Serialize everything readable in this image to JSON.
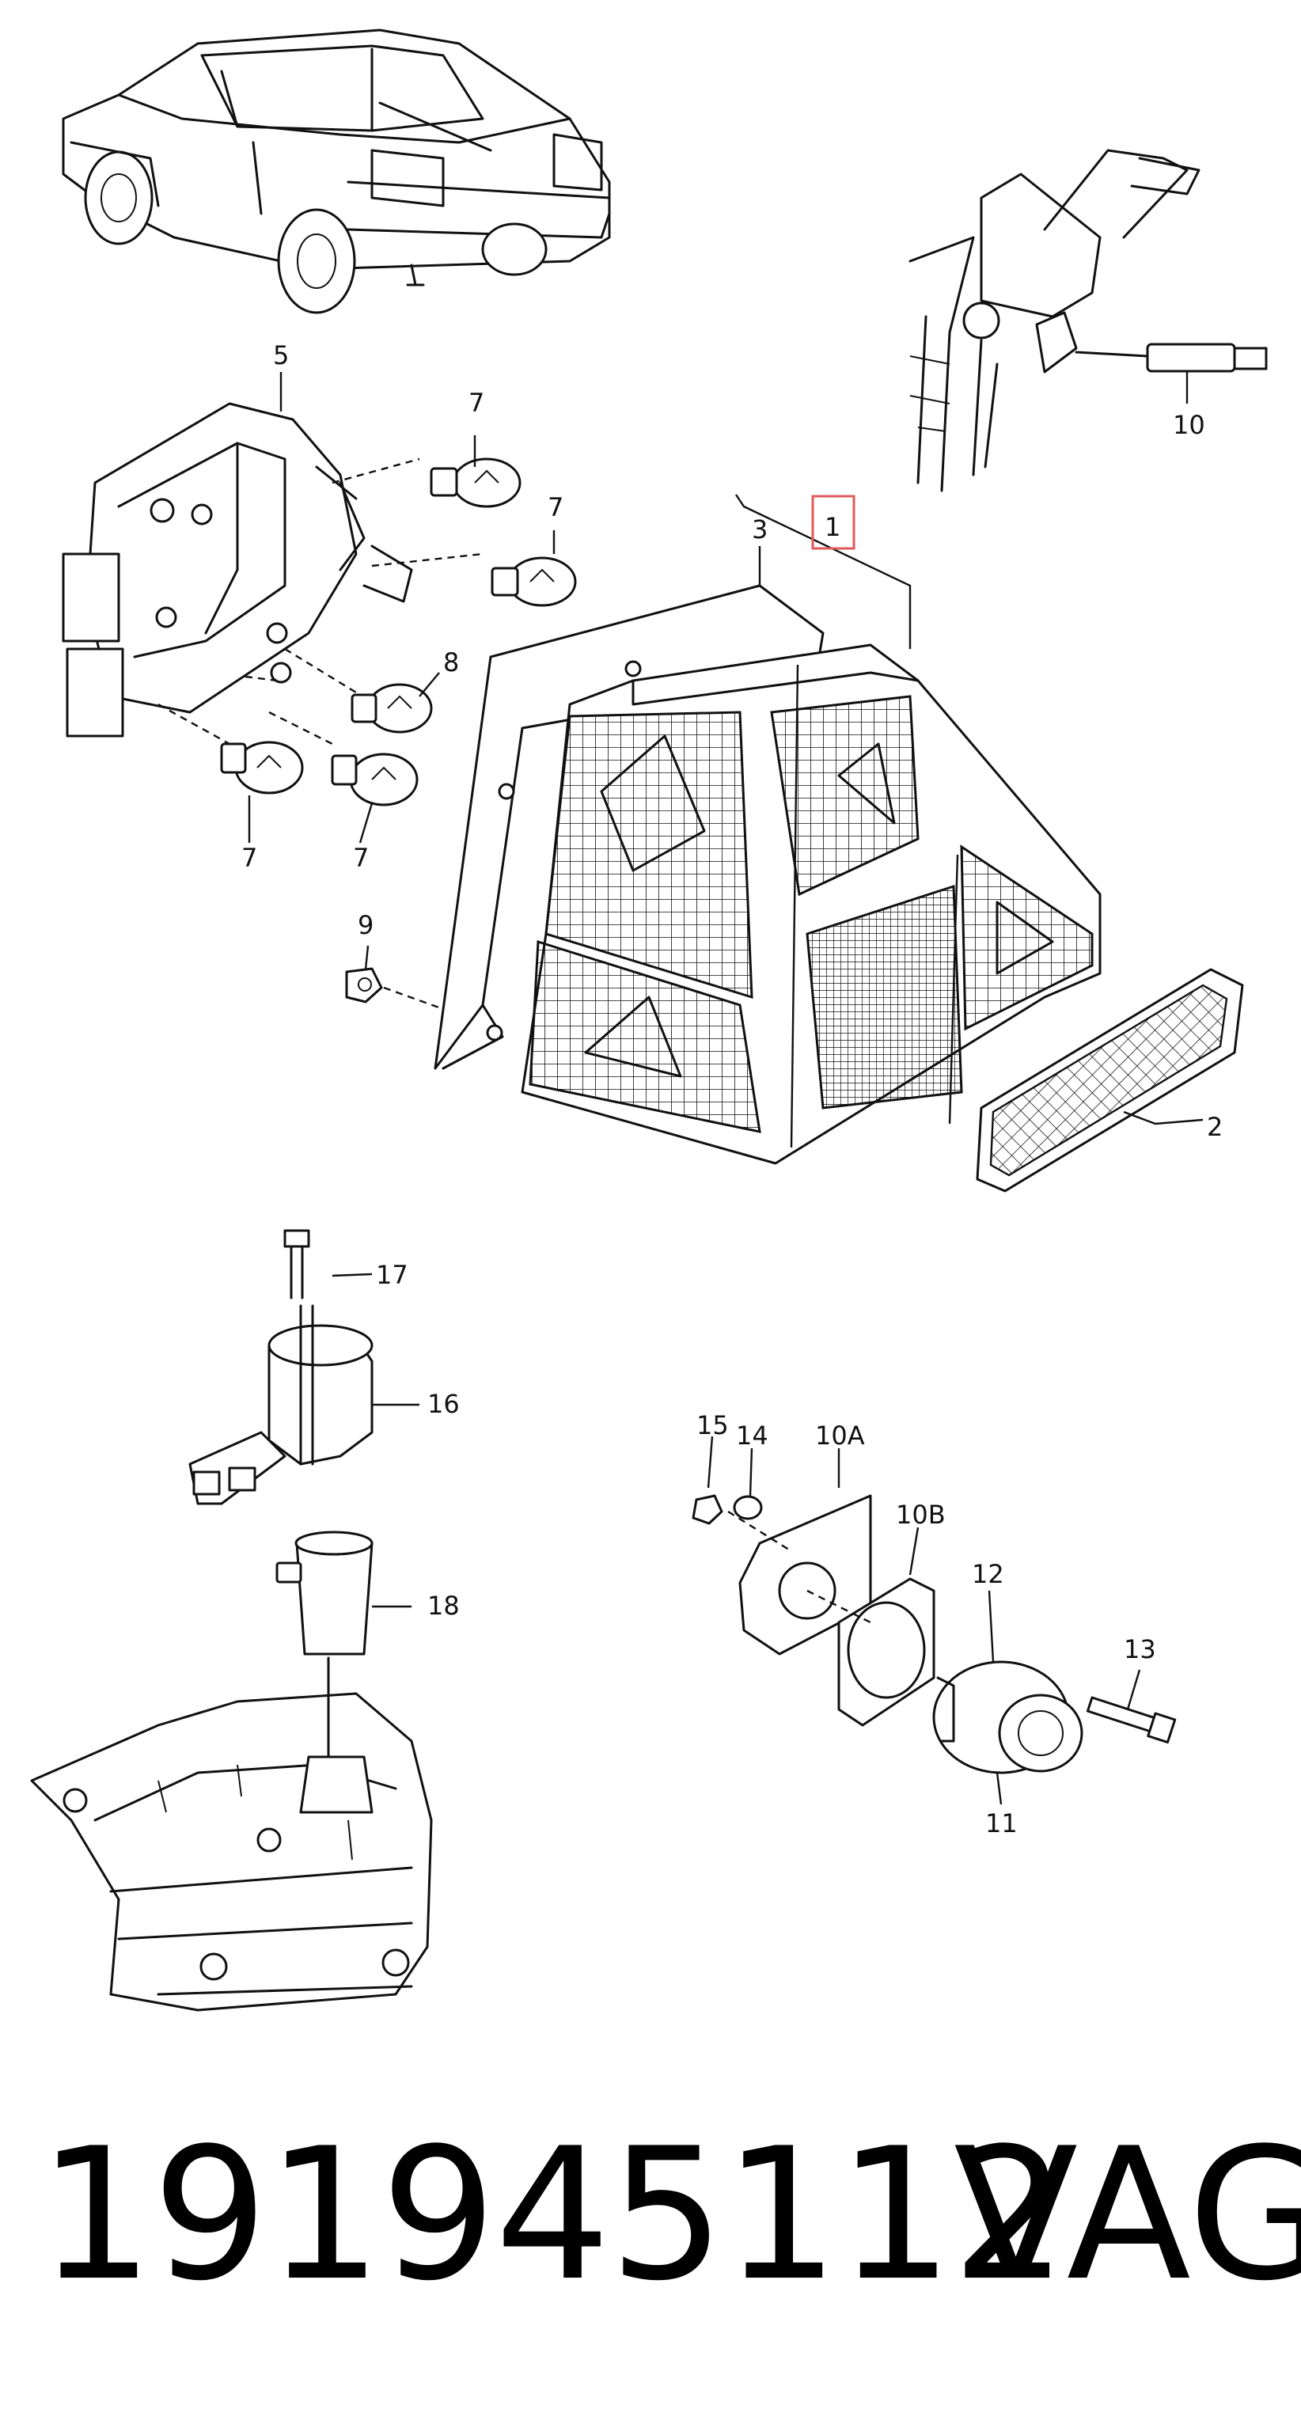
{
  "labels": {
    "l1": "1",
    "l2": "2",
    "l3": "3",
    "l5": "5",
    "l7a": "7",
    "l7b": "7",
    "l7c": "7",
    "l7d": "7",
    "l8": "8",
    "l9": "9",
    "l10": "10",
    "l10a": "10A",
    "l10b": "10B",
    "l11": "11",
    "l12": "12",
    "l13": "13",
    "l14": "14",
    "l15": "15",
    "l16": "16",
    "l17": "17",
    "l18": "18"
  },
  "highlight_label": "1",
  "highlight_color": "#e05a5a",
  "footer": {
    "part_number": "191945112",
    "brand": "VAG"
  }
}
